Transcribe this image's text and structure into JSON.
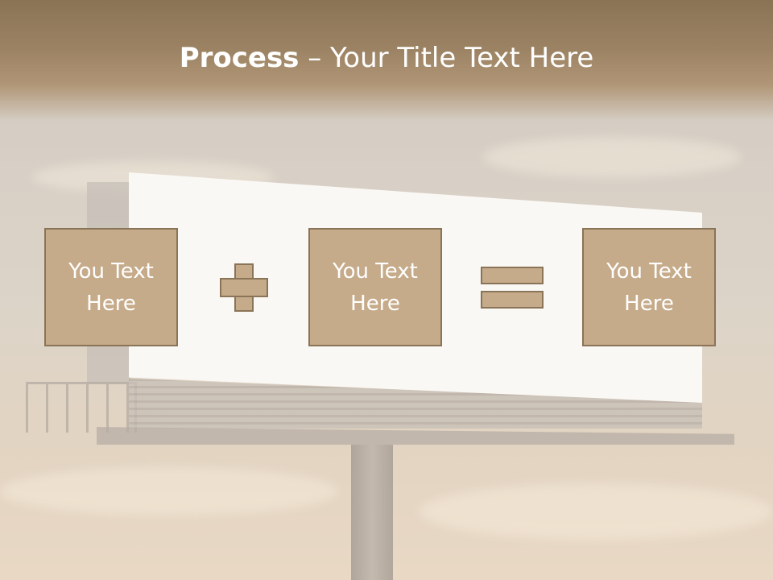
{
  "title": {
    "bold": "Process",
    "rest": " – Your Title Text Here"
  },
  "boxes": [
    {
      "text": "You Text\nHere"
    },
    {
      "text": "You Text\nHere"
    },
    {
      "text": "You Text\nHere"
    }
  ],
  "colors": {
    "box_fill": "#c6ab8a",
    "box_border": "#8a7458",
    "title_band": "#9b8263",
    "title_text": "#ffffff"
  },
  "icons": [
    "plus-icon",
    "equals-icon"
  ]
}
